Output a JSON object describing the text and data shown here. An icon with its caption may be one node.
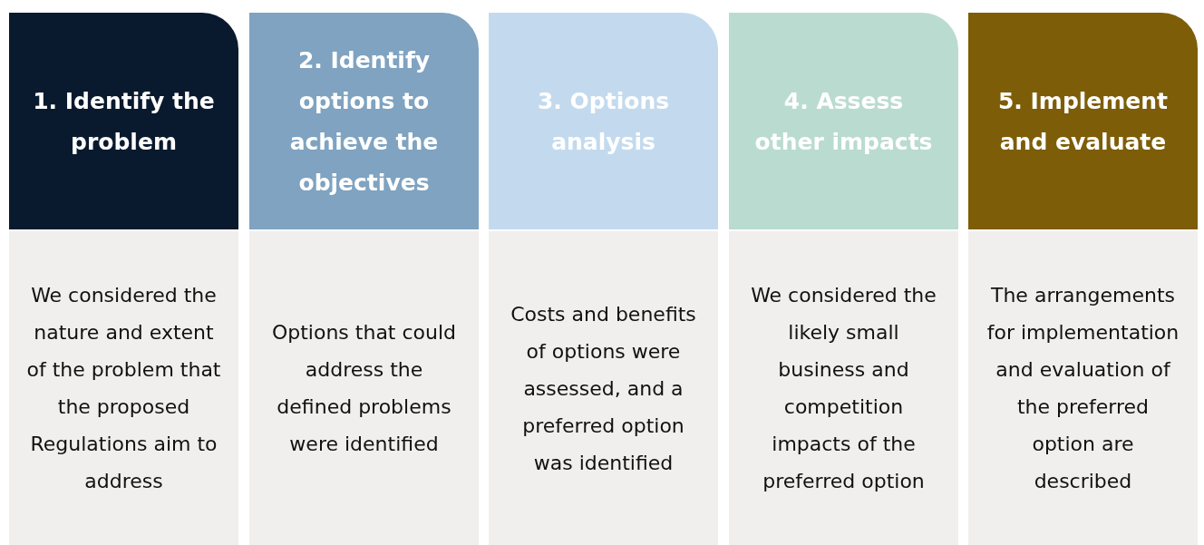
{
  "diagram": {
    "nodes": [
      {
        "text": [
          "1. Identify the problem"
        ]
      },
      {
        "text": [
          "We considered the nature and extent of the problem that the proposed Regulations aim to address"
        ]
      },
      {
        "text": [
          "2. Identify options to achieve the objectives"
        ]
      },
      {
        "text": [
          "Options that could address the defined problems were identified"
        ]
      },
      {
        "text": [
          "3. Options analysis"
        ]
      },
      {
        "text": [
          "Costs and benefits of options were assessed, and a preferred option was identified"
        ]
      },
      {
        "text": [
          "4. Assess other impacts"
        ]
      },
      {
        "text": [
          "We considered the likely small business and competition impacts of the preferred option"
        ]
      },
      {
        "text": [
          "5. Implement and evaluate"
        ]
      },
      {
        "text": [
          "The arrangements for implementation and evaluation of the preferred option are described"
        ]
      }
    ]
  }
}
